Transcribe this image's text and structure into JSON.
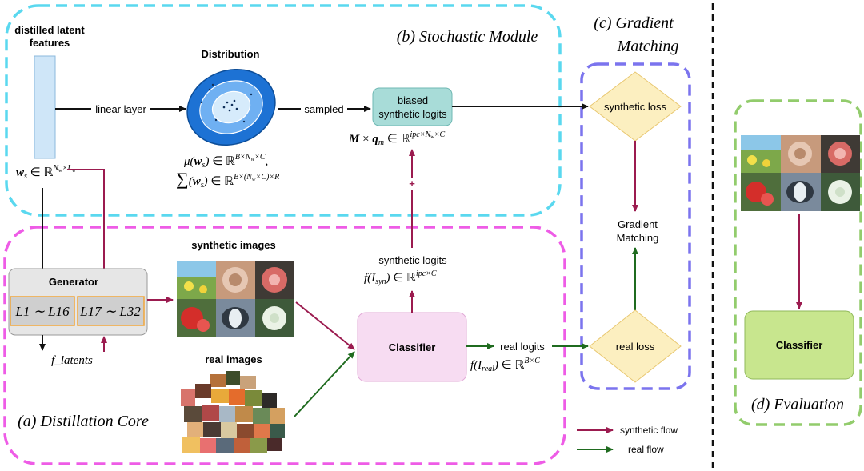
{
  "regions": {
    "stochastic": "(b) Stochastic Module",
    "gradient_line1": "(c) Gradient",
    "gradient_line2": "Matching",
    "core": "(a) Distillation Core",
    "evaluation": "(d) Evaluation"
  },
  "latent": {
    "title_line1": "distilled latent",
    "title_line2": "features",
    "linear_layer": "linear layer",
    "ws_math": "w_s ∈ ℝ^{N_w×L_w}"
  },
  "distribution": {
    "title": "Distribution",
    "mu_math": "μ(w_s) ∈ ℝ^{B×N_w×C},",
    "sigma_math": "∑(w_s) ∈ ℝ^{B×(N_w×C)×R}"
  },
  "sampled_label": "sampled",
  "biased_logits": {
    "line1": "biased",
    "line2": "synthetic logits",
    "math": "M × q_m ∈ ℝ^{ipc×N_w×C}"
  },
  "plus": "+",
  "generator": {
    "title": "Generator",
    "layers_a": "L1 ∼ L16",
    "layers_b": "L17 ∼ L32",
    "f_latents": "f_latents"
  },
  "synthetic_images_label": "synthetic  images",
  "real_images_label": "real  images",
  "classifier": "Classifier",
  "synthetic_logits": {
    "label": "synthetic  logits",
    "math": "f(I_syn) ∈ ℝ^{ipc×C}"
  },
  "real_logits": {
    "label": "real  logits",
    "math": "f(I_real) ∈ ℝ^{B×C}"
  },
  "synthetic_loss": "synthetic loss",
  "real_loss": "real loss",
  "gradient_matching": {
    "line1": "Gradient",
    "line2": "Matching"
  },
  "legend": {
    "synthetic": "synthetic flow",
    "real": "real  flow"
  },
  "eval_classifier": "Classifier",
  "colors": {
    "synthetic_flow": "#9b1b4f",
    "real_flow": "#1f6b1f",
    "stochastic_border": "#5ad8ef",
    "core_border": "#ee5ce6",
    "gradient_border": "#7b74ee",
    "eval_border": "#92cc6c",
    "biased_fill": "#a8dcd8",
    "classifier_fill": "#f7dcf2",
    "loss_fill": "#fcefc0",
    "eval_fill": "#c8e68e",
    "latent_fill": "#cfe6f8"
  }
}
